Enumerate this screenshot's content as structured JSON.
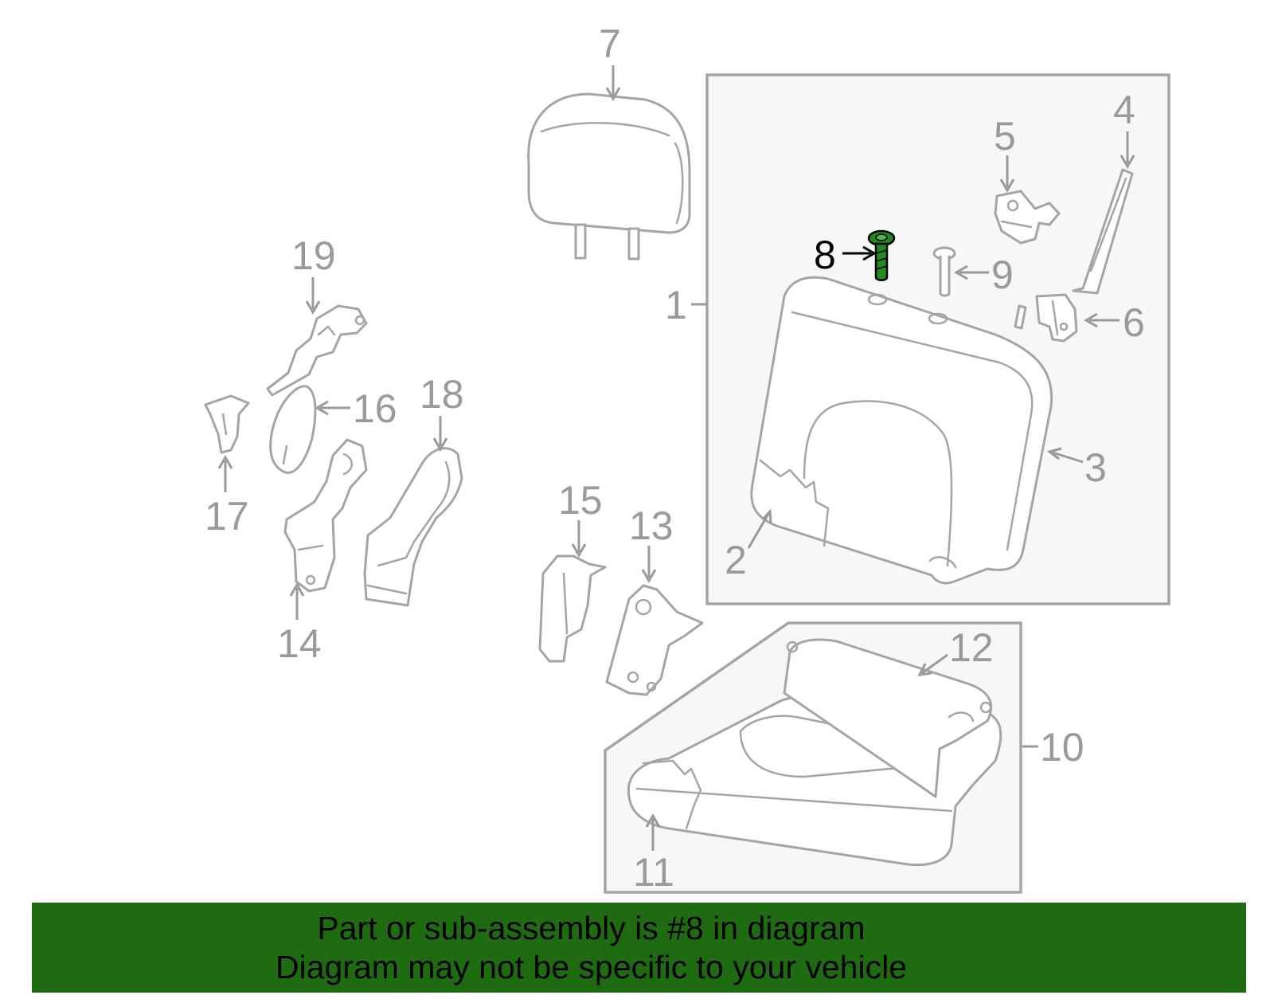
{
  "callouts": {
    "c1": "1",
    "c2": "2",
    "c3": "3",
    "c4": "4",
    "c5": "5",
    "c6": "6",
    "c7": "7",
    "c8": "8",
    "c9": "9",
    "c10": "10",
    "c11": "11",
    "c12": "12",
    "c13": "13",
    "c14": "14",
    "c15": "15",
    "c16": "16",
    "c17": "17",
    "c18": "18",
    "c19": "19"
  },
  "highlighted_part": "8",
  "banner": {
    "line1": "Part or sub-assembly is #8 in diagram",
    "line2": "Diagram may not be specific to your vehicle"
  },
  "colors": {
    "banner_bg": "#1f6b12",
    "highlight": "#1f8a1f",
    "line_art": "#a5a5a5"
  }
}
